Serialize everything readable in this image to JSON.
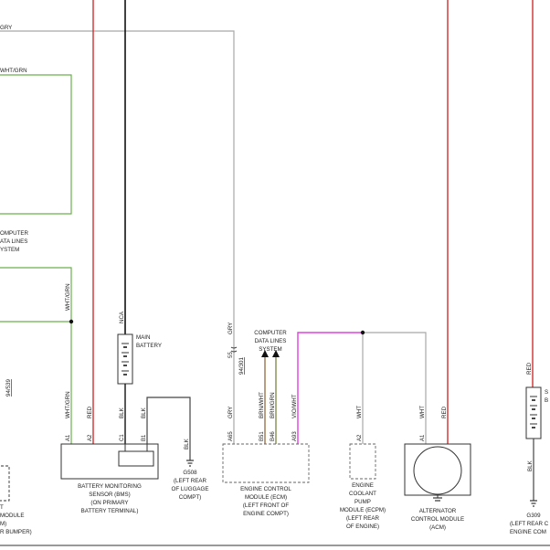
{
  "wires": {
    "gry_top": "GRY",
    "wht_grn_top": "WHT/GRN",
    "wht_grn_mid": "WHT/GRN",
    "wht_grn_low": "WHT/GRN",
    "nca": "NCA",
    "gry_mid": "GRY",
    "gry_ecm": "GRY",
    "brn_wht": "BRN/WHT",
    "brn_grn": "BRN/GRN",
    "vio_wht": "VIO/WHT",
    "wht_ecpm": "WHT",
    "wht_acm": "WHT",
    "red_bms": "RED",
    "red_acm": "RED",
    "red_right": "RED",
    "blk_bms_c1": "BLK",
    "blk_bms_b1": "BLK",
    "blk_g508": "BLK",
    "blk_right": "BLK"
  },
  "labels": {
    "left_cdls_lines": [
      "OMPUTER",
      "ATA LINES",
      "YSTEM"
    ],
    "left_module_lines": [
      "T",
      "MODULE",
      "M)",
      "R BUMPER)"
    ],
    "left_ref": "94/539",
    "main_battery_lines": [
      "MAIN",
      "BATTERY"
    ],
    "cdls_lines": [
      "COMPUTER",
      "DATA LINES",
      "SYSTEM"
    ],
    "connector_num": "55",
    "connector_ref": "94/301",
    "bms_lines": [
      "BATTERY MONITORING",
      "SENSOR (BMS)",
      "(ON PRIMARY",
      "BATTERY TERMINAL)"
    ],
    "g508_lines": [
      "G508",
      "(LEFT REAR",
      "OF LUGGAGE",
      "COMPT)"
    ],
    "ecm_lines": [
      "ENGINE CONTROL",
      "MODULE (ECM)",
      "(LEFT FRONT OF",
      "ENGINE COMPT)"
    ],
    "ecpm_lines": [
      "ENGINE",
      "COOLANT",
      "PUMP",
      "MODULE (ECPM)",
      "(LEFT REAR",
      "OF ENGINE)"
    ],
    "acm_lines": [
      "ALTERNATOR",
      "CONTROL MODULE",
      "(ACM)"
    ],
    "g309_lines": [
      "G309",
      "(LEFT REAR C",
      "ENGINE COM"
    ],
    "right_module_lines": [
      "S",
      "B"
    ]
  },
  "pins": {
    "bms_a1": "A1",
    "bms_a2": "A2",
    "bms_c1": "C1",
    "bms_b1": "B1",
    "ecm_a65": "A65",
    "ecm_b51": "B51",
    "ecm_b46": "B46",
    "ecm_a93": "A93",
    "ecpm_a2": "A2",
    "acm_a1": "A1"
  },
  "colors": {
    "power": "#d32f2f",
    "ground": "#111111",
    "data_gray": "#a8a8a8",
    "wht_grn": "#6ab04c",
    "brn": "#8b5a2b",
    "vio": "#e040e0",
    "component": "#333333"
  }
}
